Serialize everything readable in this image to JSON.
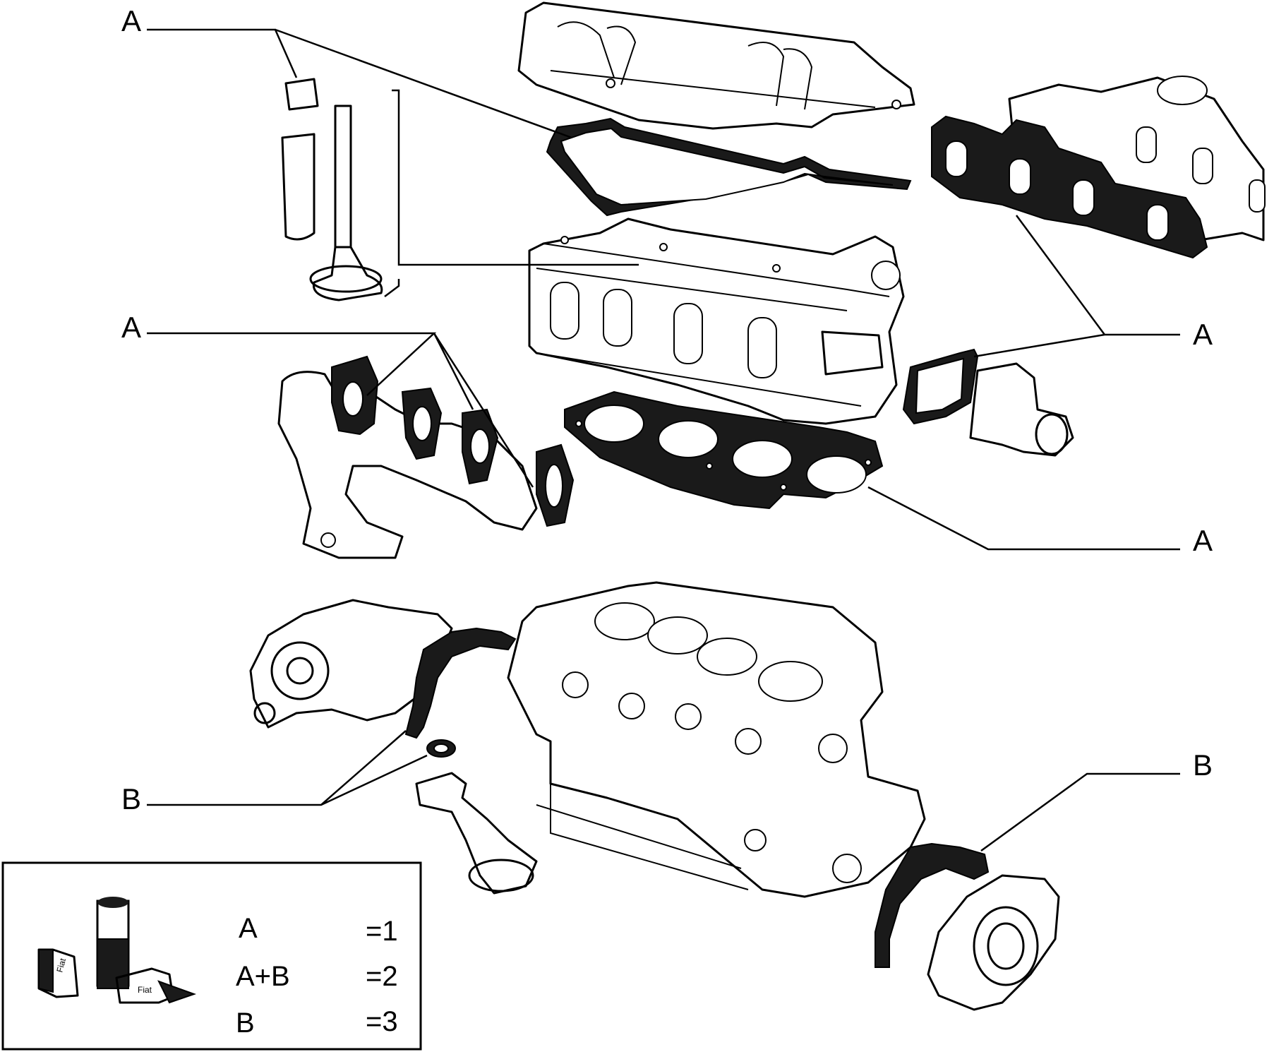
{
  "callouts": {
    "a1": "A",
    "a2": "A",
    "a3": "A",
    "a4": "A",
    "b1": "B",
    "b2": "B"
  },
  "legend": {
    "rows": [
      {
        "key": "A",
        "value": "=1"
      },
      {
        "key": "A+B",
        "value": "=2"
      },
      {
        "key": "B",
        "value": "=3"
      }
    ],
    "logo_text": "Fiat",
    "icon": "sealant-tube-icon"
  },
  "colors": {
    "ink": "#000000",
    "paper": "#ffffff",
    "gasket": "#1a1a1a"
  }
}
